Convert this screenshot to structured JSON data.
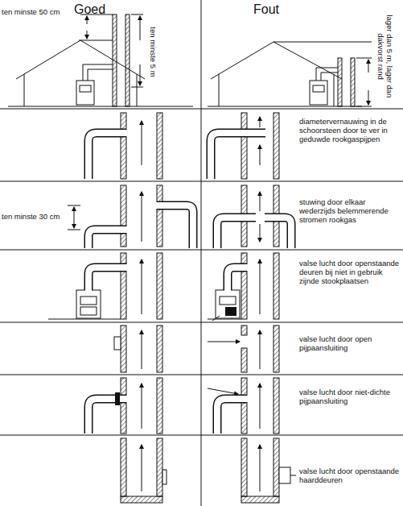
{
  "diagram": {
    "labels": [
      "Goed",
      "Fout",
      "ten minste 50 cm",
      "ten minste 5 m",
      "lager dan 5 m, lager dan dakvorst rand",
      "diametervernauwing in de schoorsteen door te ver in geduwde rookgaspijpen",
      "ten minste 30 cm",
      "stuwing door elkaar wederzijds belemmerende stromen rookgas",
      "valse lucht door openstaande deuren bij niet in gebruik zijnde stookplaatsen",
      "valse lucht door open pijpaansluiting",
      "valse lucht door niet-dichte pijpaansluiting",
      "valse lucht door openstaande haarddeuren"
    ]
  }
}
